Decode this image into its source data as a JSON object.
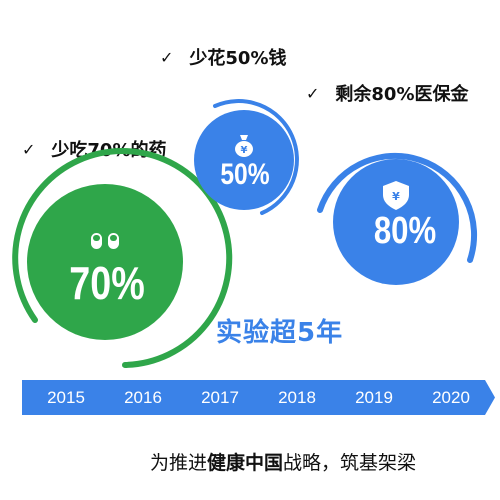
{
  "bullets": [
    {
      "check": "✓",
      "text": "少花50%钱"
    },
    {
      "check": "✓",
      "text": "剩余80%医保金"
    },
    {
      "check": "✓",
      "text": "少吃70%的药"
    }
  ],
  "circles": {
    "green": {
      "value": "70%",
      "icon": "pills-icon",
      "color": "#2fa64a"
    },
    "blue_small": {
      "value": "50%",
      "icon": "money-bag-icon",
      "color": "#3a82e8"
    },
    "blue_large": {
      "value": "80%",
      "icon": "shield-yen-icon",
      "color": "#3a82e8"
    }
  },
  "title": "实验超5年",
  "timeline": {
    "color": "#3a82e8",
    "years": [
      "2015",
      "2016",
      "2017",
      "2018",
      "2019",
      "2020"
    ]
  },
  "footer": {
    "prefix": "为推进",
    "bold": "健康中国",
    "suffix": "战略，筑基架梁"
  }
}
